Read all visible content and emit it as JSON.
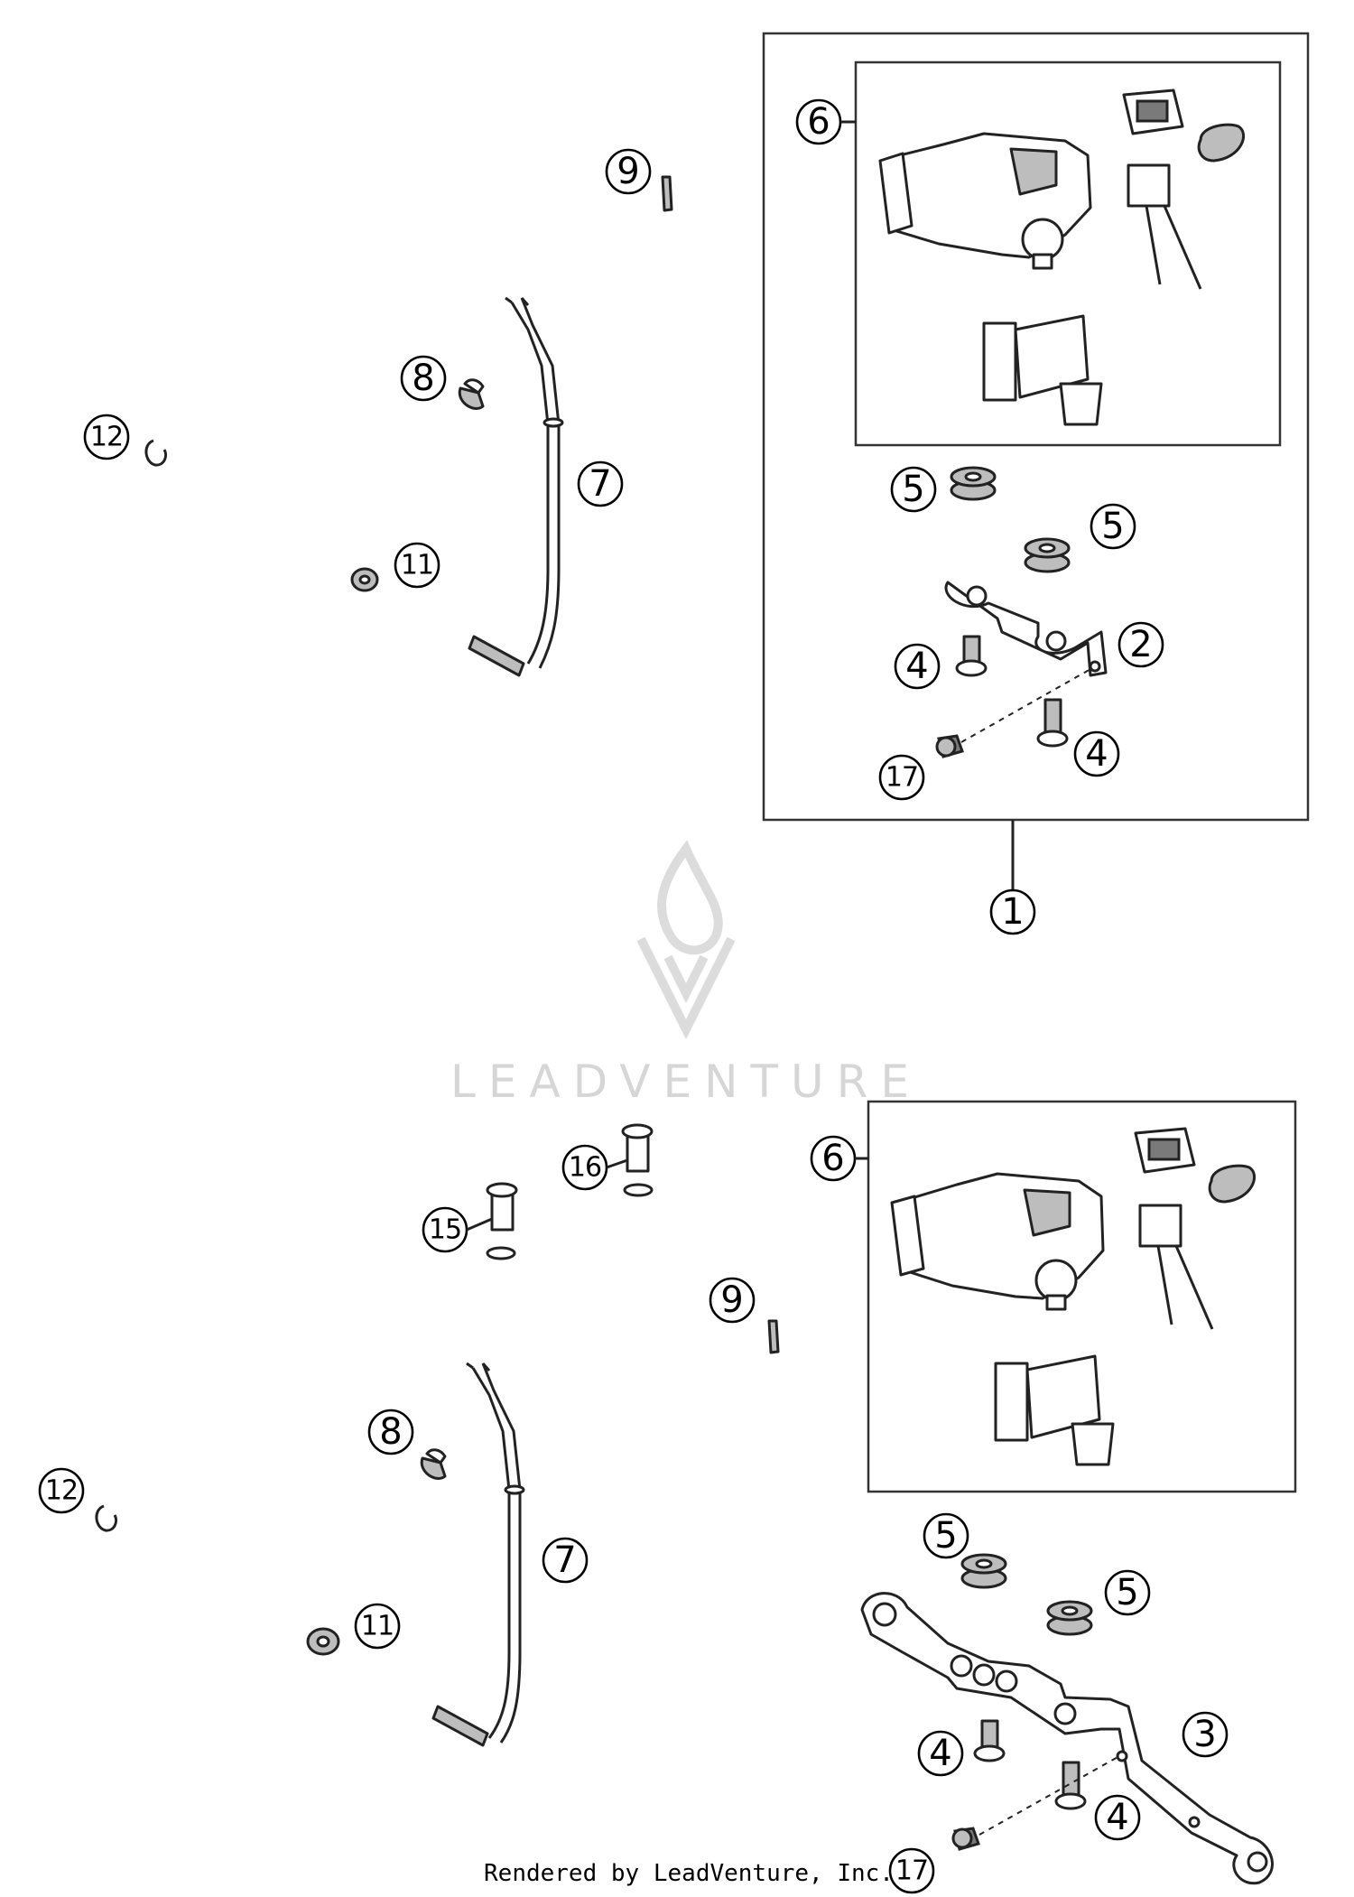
{
  "callouts": {
    "top": {
      "c1": "1",
      "c2": "2",
      "c4a": "4",
      "c4b": "4",
      "c5a": "5",
      "c5b": "5",
      "c6": "6",
      "c7": "7",
      "c8": "8",
      "c9": "9",
      "c11": "11",
      "c12": "12",
      "c17": "17"
    },
    "bottom": {
      "c3": "3",
      "c4a": "4",
      "c4b": "4",
      "c5a": "5",
      "c5b": "5",
      "c6": "6",
      "c7": "7",
      "c8": "8",
      "c9": "9",
      "c11": "11",
      "c12": "12",
      "c15": "15",
      "c16": "16",
      "c17": "17"
    }
  },
  "watermark": {
    "text": "LEADVENTURE"
  },
  "footer": {
    "text": "Rendered by LeadVenture, Inc."
  }
}
